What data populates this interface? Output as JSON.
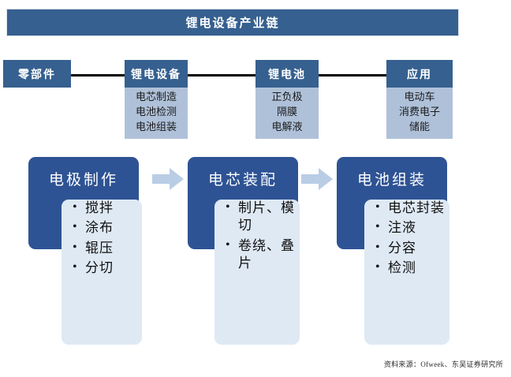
{
  "title": {
    "text": "锂电设备产业链"
  },
  "chain": {
    "nodes": [
      {
        "head": "零部件",
        "items": []
      },
      {
        "head": "锂电设备",
        "items": [
          "电芯制造",
          "电池检测",
          "电池组装"
        ]
      },
      {
        "head": "锂电池",
        "items": [
          "正负极",
          "隔膜",
          "电解液"
        ]
      },
      {
        "head": "应用",
        "items": [
          "电动车",
          "消费电子",
          "储能"
        ]
      }
    ]
  },
  "process": {
    "steps": [
      {
        "title": "电极制作",
        "items": [
          "搅拌",
          "涂布",
          "辊压",
          "分切"
        ]
      },
      {
        "title": "电芯装配",
        "items": [
          "制片、模切",
          "卷绕、叠片"
        ]
      },
      {
        "title": "电池组装",
        "items": [
          "电芯封装",
          "注液",
          "分容",
          "检测"
        ]
      }
    ],
    "arrow_icon": "right-arrow-icon"
  },
  "footer": {
    "source": "资料来源：Ofweek、东吴证券研究所"
  },
  "colors": {
    "banner_blue": "#36608F",
    "process_blue": "#2E5394",
    "panel_light_blue": "#DEE9F4",
    "chain_body_blue": "#AFC1D9",
    "arrow_blue": "#B9CDE5",
    "connector_black": "#000000"
  }
}
